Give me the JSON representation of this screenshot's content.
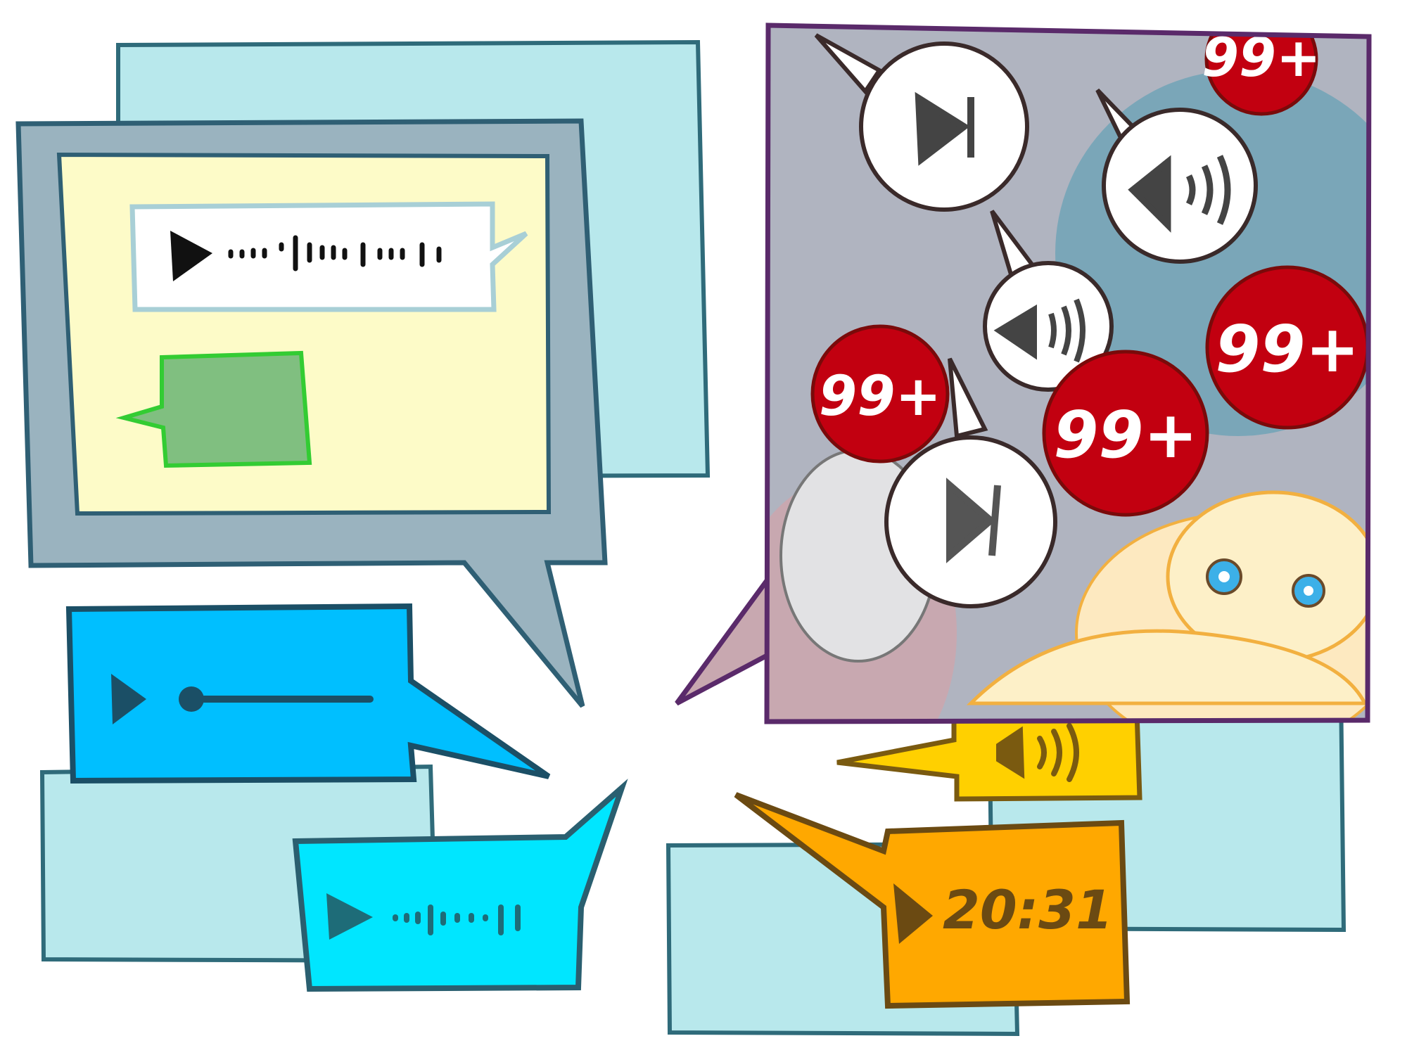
{
  "illustration": {
    "badges": [
      {
        "label": "99+"
      },
      {
        "label": "99+"
      },
      {
        "label": "99+"
      },
      {
        "label": "99+"
      }
    ],
    "voice_timer": "20:31",
    "icons": [
      "play-icon",
      "waveform-icon",
      "skip-next-icon",
      "speaker-icon",
      "notification-badge"
    ]
  },
  "colors": {
    "light_cyan": "#b8e8ec",
    "outline_teal": "#2f6b7a",
    "monitor_gray": "#9ab3bf",
    "screen_yellow": "#fdfbc8",
    "green": "#80bf80",
    "blue": "#00bfff",
    "cyan": "#00e6ff",
    "orange": "#ffa800",
    "yellow": "#ffd000",
    "badge_red": "#c20010",
    "frame_purple": "#5a2a6a",
    "bg_gray": "#b0b4c0"
  }
}
